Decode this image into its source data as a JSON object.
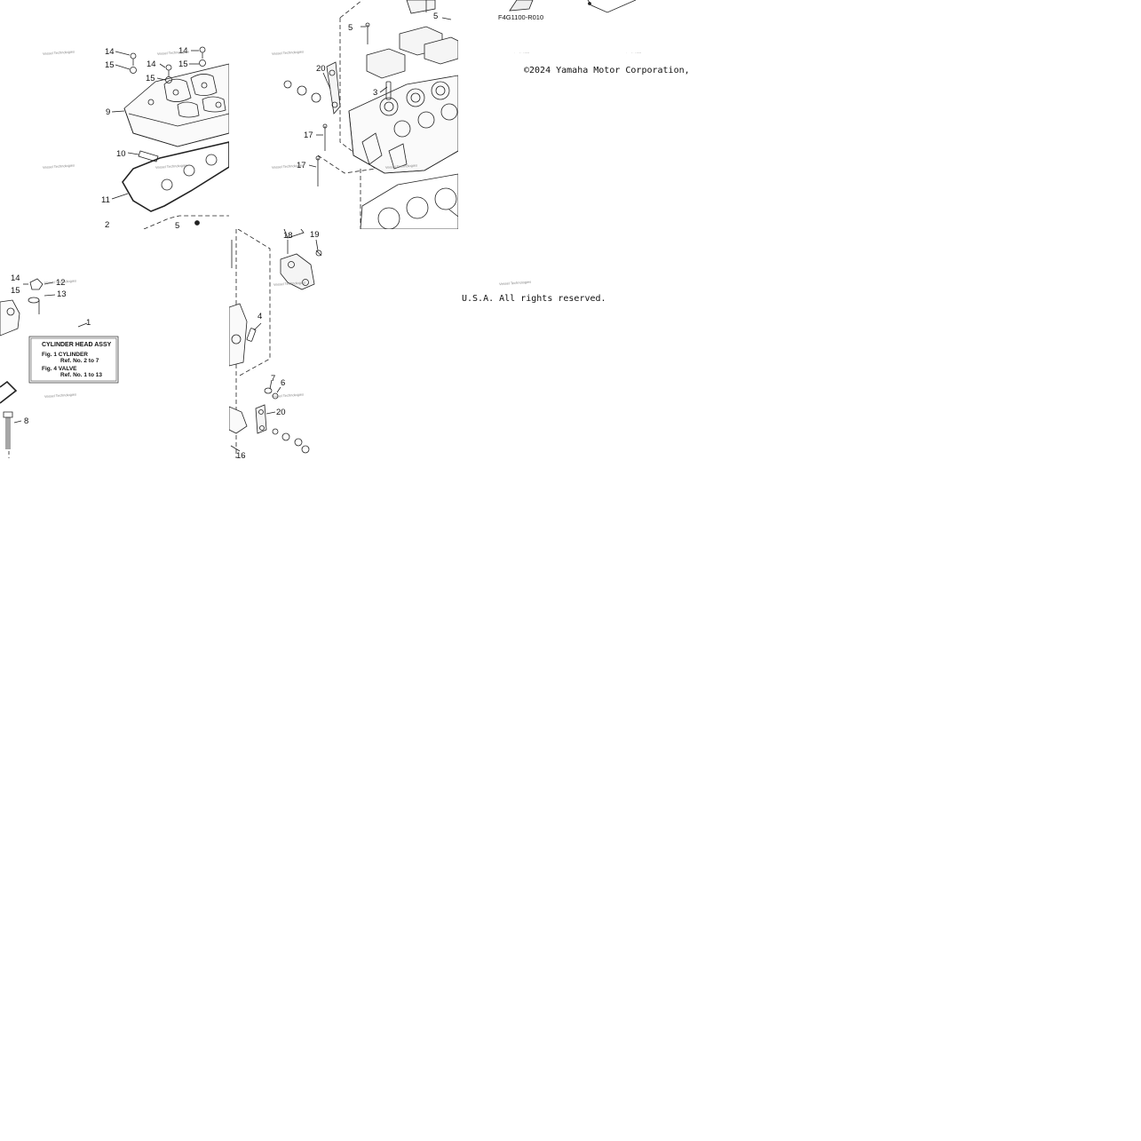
{
  "diagram": {
    "callouts": {
      "a": [
        "14",
        "15",
        "14",
        "15",
        "14",
        "15",
        "9",
        "10",
        "11",
        "2",
        "5"
      ],
      "b": [
        "5",
        "5",
        "20",
        "3",
        "17",
        "17",
        "16"
      ],
      "c": [
        "14",
        "15",
        "12",
        "13",
        "1",
        "8"
      ],
      "d": [
        "18",
        "19",
        "4",
        "7",
        "6",
        "20",
        "16"
      ]
    },
    "legend_box": {
      "title": "CYLINDER HEAD ASSY",
      "line1": "Fig. 1 CYLINDER",
      "line2": "Ref. No. 2 to 7",
      "line3": "Fig. 4 VALVE",
      "line4": "Ref. No. 1 to 13"
    },
    "part_code": "F4G1100-R010",
    "watermark_text": "Vessel Technologies",
    "copyright_1": "©2024 Yamaha Motor Corporation,",
    "copyright_2": "U.S.A. All rights reserved."
  },
  "colors": {
    "line": "#222222",
    "background": "#ffffff",
    "watermark": "#888888"
  }
}
